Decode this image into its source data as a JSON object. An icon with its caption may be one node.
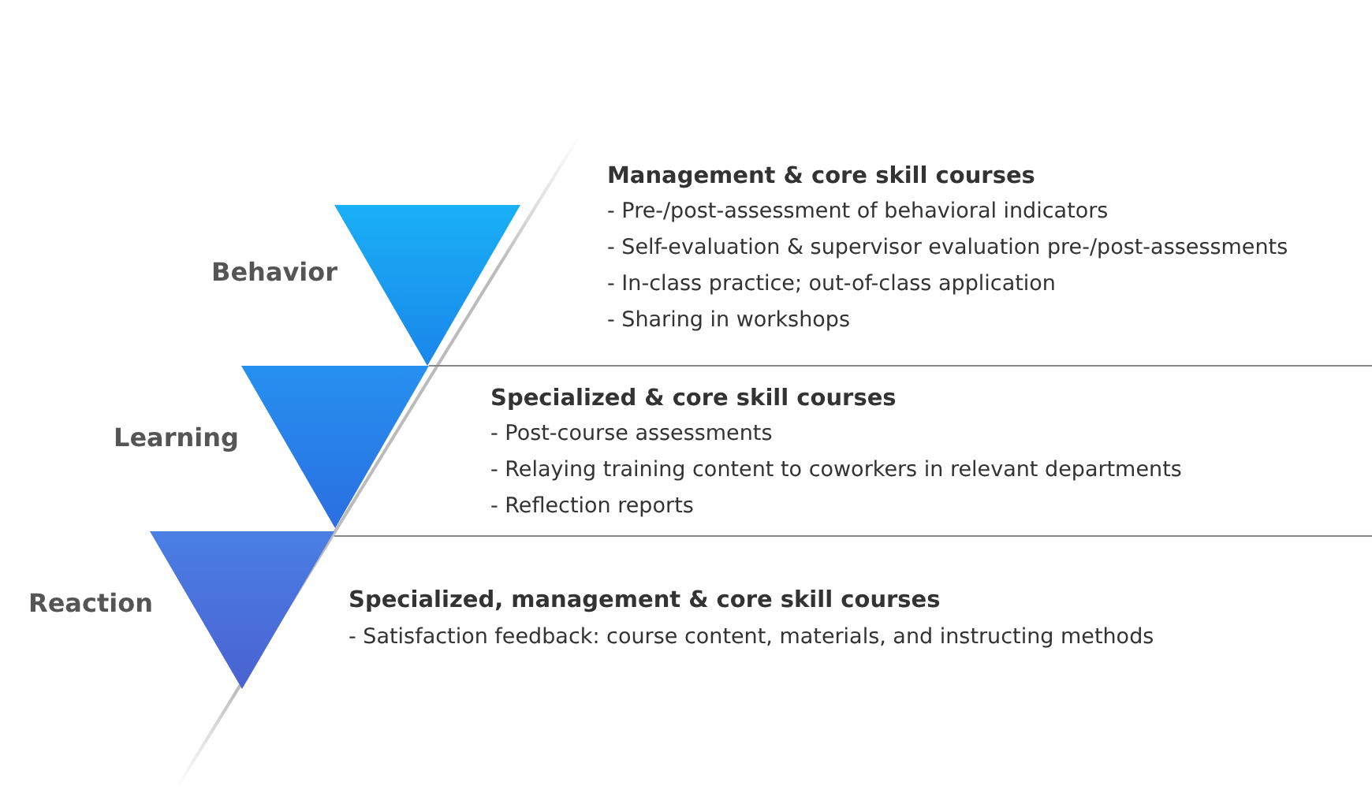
{
  "diagram": {
    "nodes": [
      {
        "text": [],
        "shape": "triangle",
        "beside": [
          "Behavior"
        ]
      },
      {
        "text": [],
        "shape": "triangle",
        "beside": [
          "Learning"
        ]
      },
      {
        "text": [],
        "shape": "triangle",
        "beside": [
          "Reaction"
        ]
      }
    ],
    "labels": [
      "Management & core skill courses",
      "- Pre-/post-assessment of behavioral indicators",
      "- Self-evaluation & supervisor evaluation pre-/post-assessments",
      "- In-class practice; out-of-class application",
      "- Sharing in workshops",
      "Specialized & core skill courses",
      "- Post-course assessments",
      "- Relaying training content to coworkers in relevant departments",
      "- Reflection reports",
      "Specialized, management & core skill courses",
      "- Satisfaction feedback: course content, materials, and instructing methods"
    ]
  }
}
